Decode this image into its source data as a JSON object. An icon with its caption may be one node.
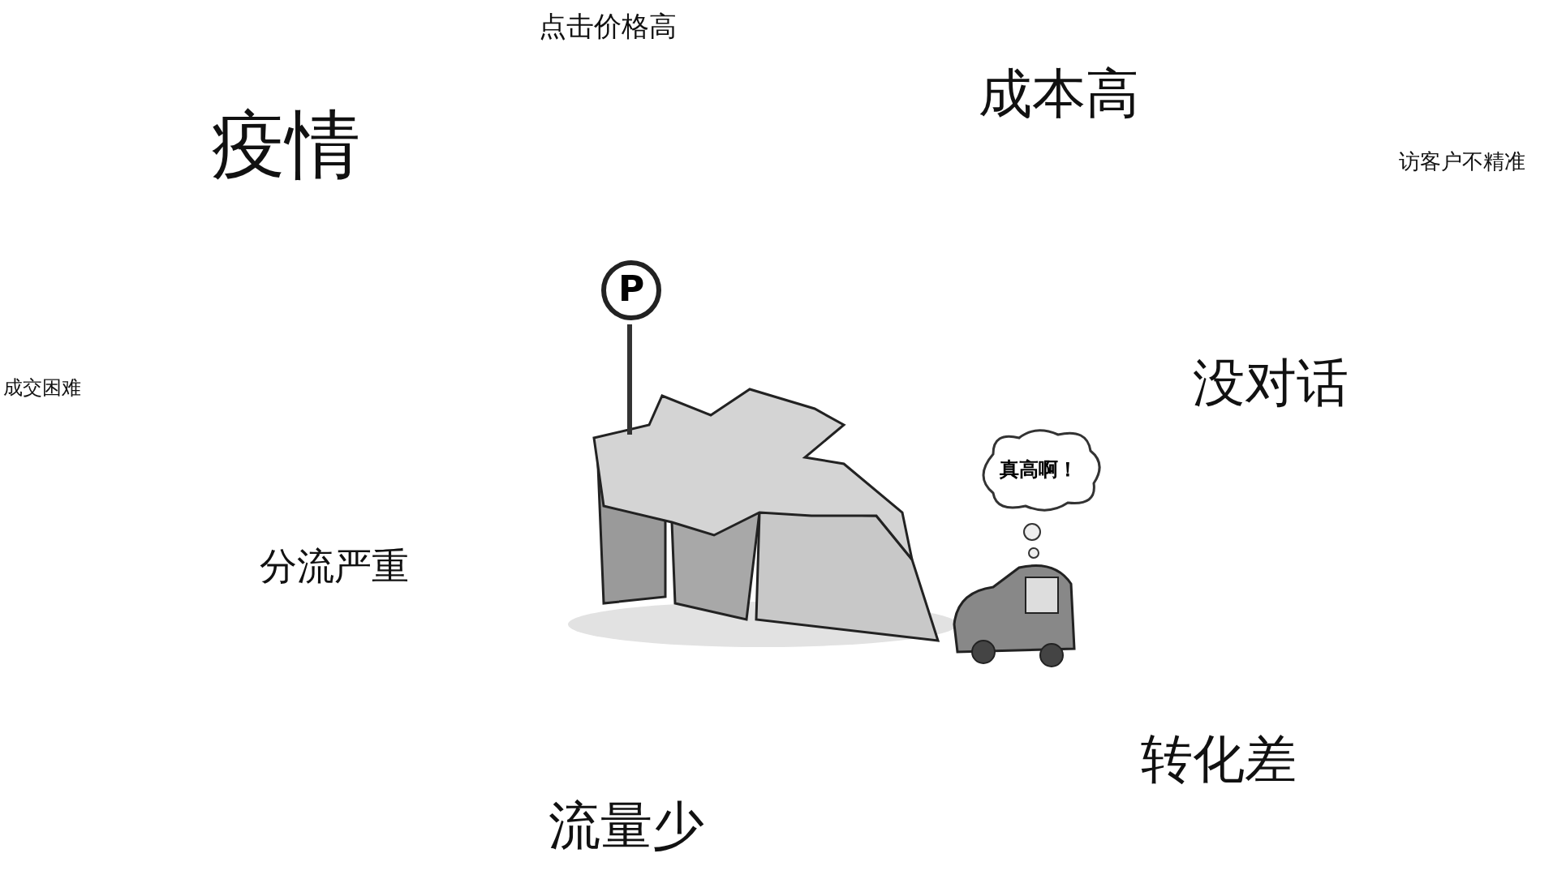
{
  "diagram": {
    "nodes": [
      {
        "text": [
          "P"
        ]
      },
      {
        "text": [
          "真高啊！"
        ]
      }
    ],
    "labels": [
      "点击价格高",
      "成本高",
      "疫情",
      "访客户不精准",
      "成交困难",
      "没对话",
      "分流严重",
      "转化差",
      "流量少"
    ]
  }
}
